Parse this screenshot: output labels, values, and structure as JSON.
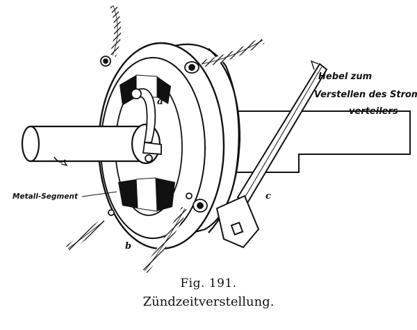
{
  "figure": {
    "number": "Fig. 191.",
    "caption": "Zündzeitverstellung."
  },
  "labels": {
    "a": "a",
    "b": "b",
    "c": "c",
    "segment": "Metall-Segment",
    "lever_line1": "Hebel zum",
    "lever_line2": "Verstellen des Strom-",
    "lever_line3": "verteilers"
  }
}
